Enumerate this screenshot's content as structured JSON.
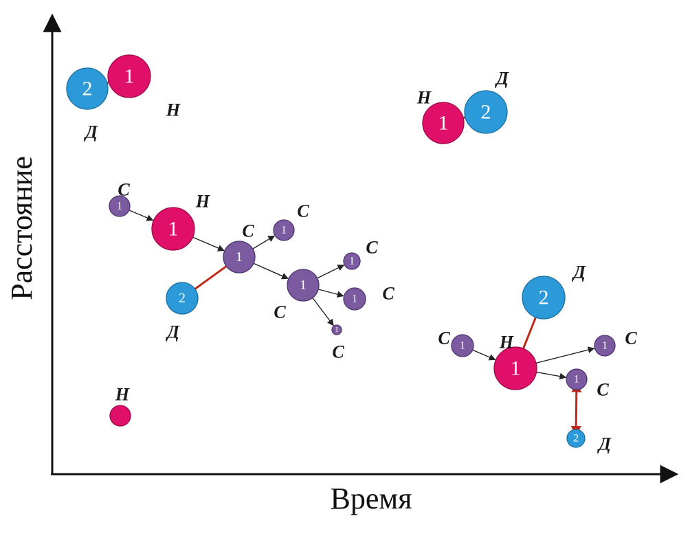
{
  "axes": {
    "x_label": "Время",
    "y_label": "Расстояние"
  },
  "colors": {
    "H": "#e0106a",
    "D": "#2c9ad8",
    "C": "#7b5aa0",
    "link_arrow": "#c0281c",
    "flow_arrow": "#222222"
  },
  "node_types": {
    "H": {
      "tag": "Н"
    },
    "D": {
      "tag": "Д"
    },
    "C": {
      "tag": "С"
    }
  },
  "nodes": [
    {
      "id": "g1_d",
      "type": "D",
      "label": "2",
      "tag": "Д"
    },
    {
      "id": "g1_h",
      "type": "H",
      "label": "1",
      "tag": "Н"
    },
    {
      "id": "g2_h",
      "type": "H",
      "label": "1",
      "tag": "Н"
    },
    {
      "id": "g2_d",
      "type": "D",
      "label": "2",
      "tag": "Д"
    },
    {
      "id": "g3_c0",
      "type": "C",
      "label": "1",
      "tag": "С"
    },
    {
      "id": "g3_h",
      "type": "H",
      "label": "1",
      "tag": "Н"
    },
    {
      "id": "g3_c1",
      "type": "C",
      "label": "1",
      "tag": "С"
    },
    {
      "id": "g3_c2",
      "type": "C",
      "label": "1",
      "tag": "С"
    },
    {
      "id": "g3_d",
      "type": "D",
      "label": "2",
      "tag": "Д"
    },
    {
      "id": "g3_c3",
      "type": "C",
      "label": "1",
      "tag": "С"
    },
    {
      "id": "g3_c4",
      "type": "C",
      "label": "1",
      "tag": "С"
    },
    {
      "id": "g3_c5",
      "type": "C",
      "label": "1",
      "tag": "С"
    },
    {
      "id": "g3_c6",
      "type": "C",
      "label": "1",
      "tag": "С"
    },
    {
      "id": "g4_h",
      "type": "H",
      "label": "",
      "tag": "Н"
    },
    {
      "id": "g5_c0",
      "type": "C",
      "label": "1",
      "tag": "С"
    },
    {
      "id": "g5_h",
      "type": "H",
      "label": "1",
      "tag": "Н"
    },
    {
      "id": "g5_d1",
      "type": "D",
      "label": "2",
      "tag": "Д"
    },
    {
      "id": "g5_c1",
      "type": "C",
      "label": "1",
      "tag": "С"
    },
    {
      "id": "g5_c2",
      "type": "C",
      "label": "1",
      "tag": "С"
    },
    {
      "id": "g5_d2",
      "type": "D",
      "label": "2",
      "tag": "Д"
    }
  ],
  "links": [
    {
      "from": "g1_d",
      "to": "g1_h",
      "kind": "bidirectional"
    },
    {
      "from": "g2_h",
      "to": "g2_d",
      "kind": "bidirectional"
    },
    {
      "from": "g3_c0",
      "to": "g3_h",
      "kind": "flow"
    },
    {
      "from": "g3_h",
      "to": "g3_c2",
      "kind": "flow"
    },
    {
      "from": "g3_c2",
      "to": "g3_c1",
      "kind": "flow"
    },
    {
      "from": "g3_c2",
      "to": "g3_c3",
      "kind": "flow"
    },
    {
      "from": "g3_d",
      "to": "g3_c2",
      "kind": "bidirectional"
    },
    {
      "from": "g3_c3",
      "to": "g3_c4",
      "kind": "flow"
    },
    {
      "from": "g3_c3",
      "to": "g3_c5",
      "kind": "flow"
    },
    {
      "from": "g3_c3",
      "to": "g3_c6",
      "kind": "flow"
    },
    {
      "from": "g5_c0",
      "to": "g5_h",
      "kind": "flow"
    },
    {
      "from": "g5_h",
      "to": "g5_c1",
      "kind": "flow"
    },
    {
      "from": "g5_h",
      "to": "g5_c2",
      "kind": "flow"
    },
    {
      "from": "g5_h",
      "to": "g5_d1",
      "kind": "bidirectional"
    },
    {
      "from": "g5_c2",
      "to": "g5_d2",
      "kind": "bidirectional"
    }
  ]
}
